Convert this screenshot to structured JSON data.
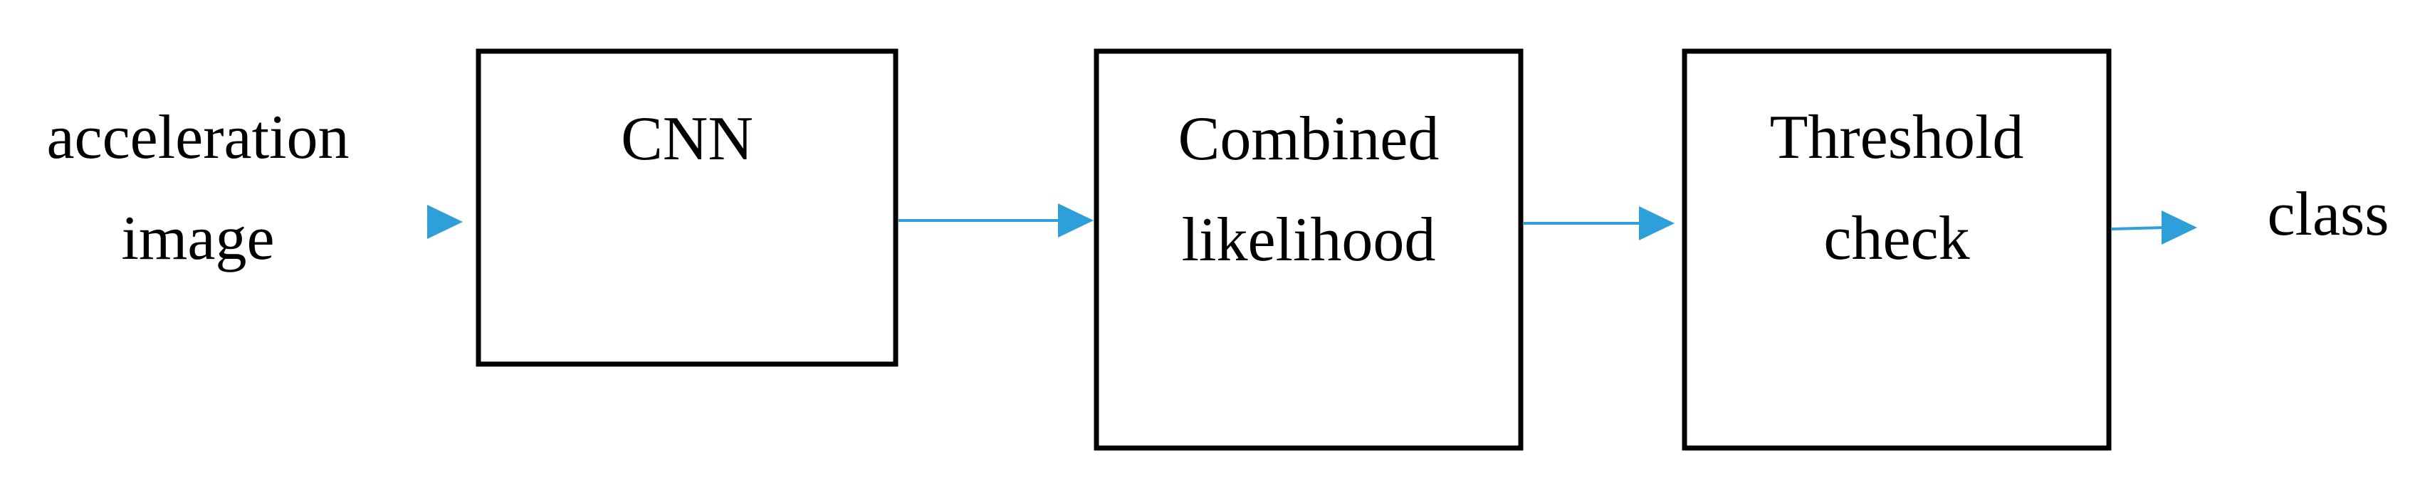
{
  "diagram": {
    "input": {
      "line1": "acceleration",
      "line2": "image"
    },
    "blocks": [
      {
        "line1": "CNN",
        "line2": ""
      },
      {
        "line1": "Combined",
        "line2": "likelihood"
      },
      {
        "line1": "Threshold",
        "line2": "check"
      }
    ],
    "output": {
      "label": "class"
    },
    "colors": {
      "arrow": "#2e9fd9",
      "box_stroke": "#000000",
      "text": "#000000"
    }
  }
}
